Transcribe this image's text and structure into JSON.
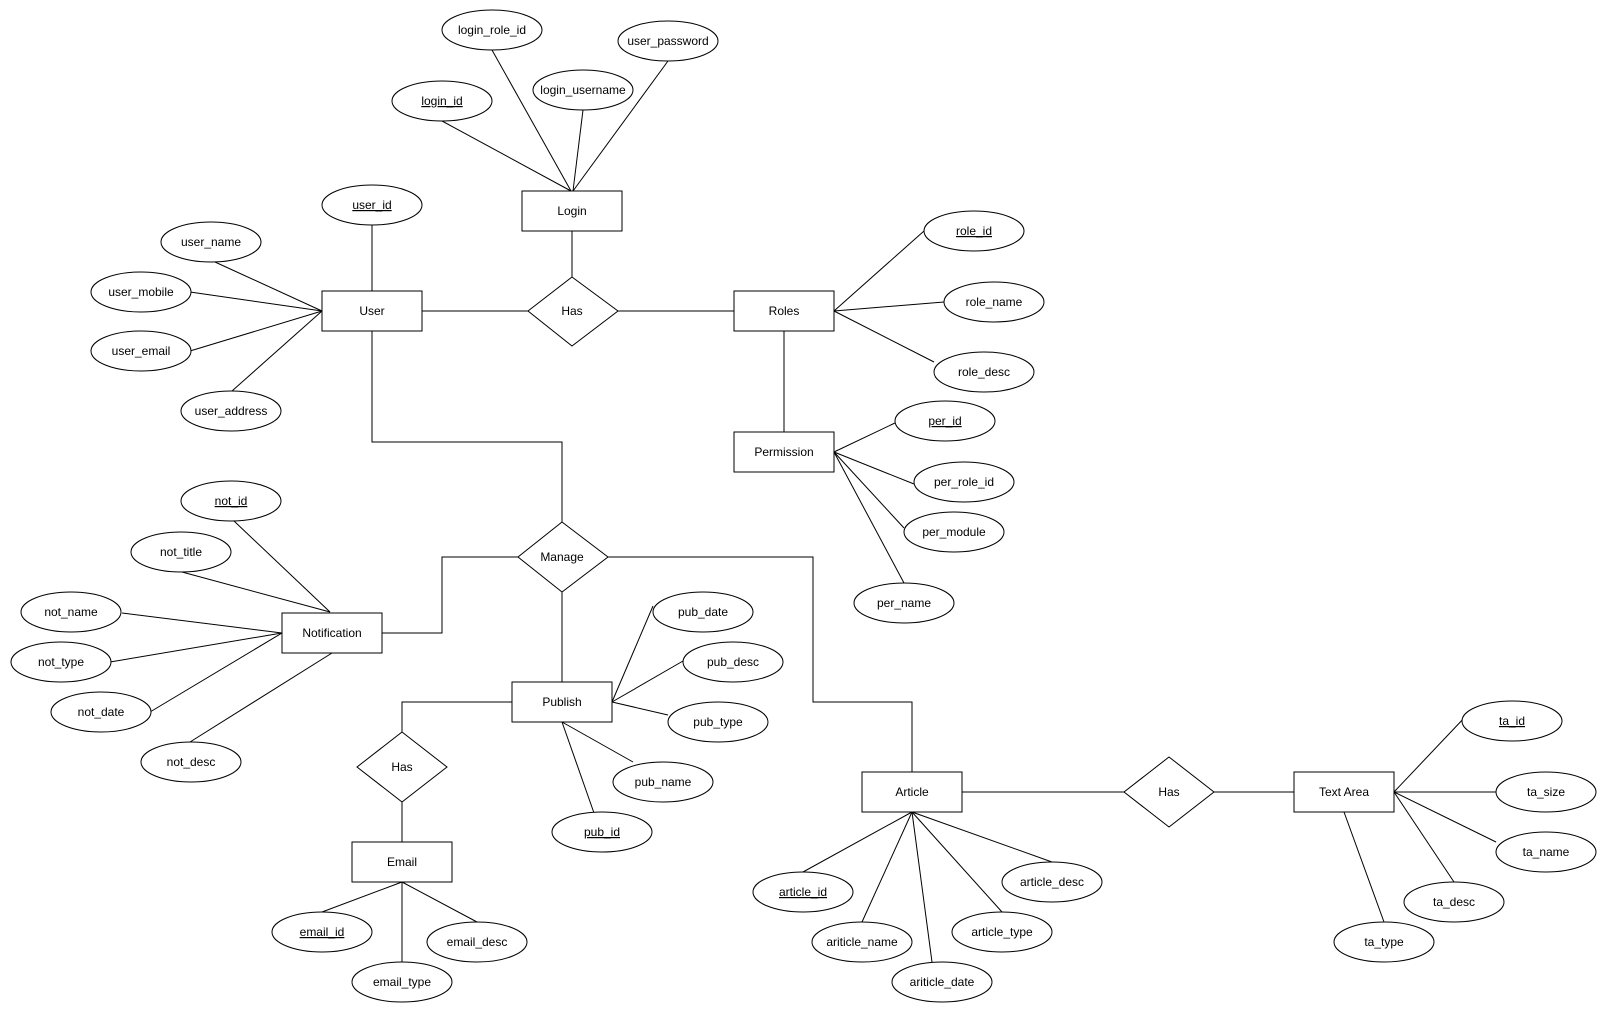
{
  "entities": {
    "login": "Login",
    "user": "User",
    "roles": "Roles",
    "permission": "Permission",
    "notification": "Notification",
    "publish": "Publish",
    "email": "Email",
    "article": "Article",
    "text_area": "Text Area"
  },
  "relationships": {
    "has_user_roles": "Has",
    "manage": "Manage",
    "has_publish_email": "Has",
    "has_article_textarea": "Has"
  },
  "attributes": {
    "login_role_id": "login_role_id",
    "user_password": "user_password",
    "login_id": "login_id",
    "login_username": "login_username",
    "user_id": "user_id",
    "user_name": "user_name",
    "user_mobile": "user_mobile",
    "user_email": "user_email",
    "user_address": "user_address",
    "role_id": "role_id",
    "role_name": "role_name",
    "role_desc": "role_desc",
    "per_id": "per_id",
    "per_role_id": "per_role_id",
    "per_module": "per_module",
    "per_name": "per_name",
    "not_id": "not_id",
    "not_title": "not_title",
    "not_name": "not_name",
    "not_type": "not_type",
    "not_date": "not_date",
    "not_desc": "not_desc",
    "pub_date": "pub_date",
    "pub_desc": "pub_desc",
    "pub_type": "pub_type",
    "pub_name": "pub_name",
    "pub_id": "pub_id",
    "email_id": "email_id",
    "email_type": "email_type",
    "email_desc": "email_desc",
    "article_id": "article_id",
    "ariticle_name": "ariticle_name",
    "ariticle_date": "ariticle_date",
    "article_type": "article_type",
    "article_desc": "article_desc",
    "ta_id": "ta_id",
    "ta_size": "ta_size",
    "ta_name": "ta_name",
    "ta_desc": "ta_desc",
    "ta_type": "ta_type"
  }
}
